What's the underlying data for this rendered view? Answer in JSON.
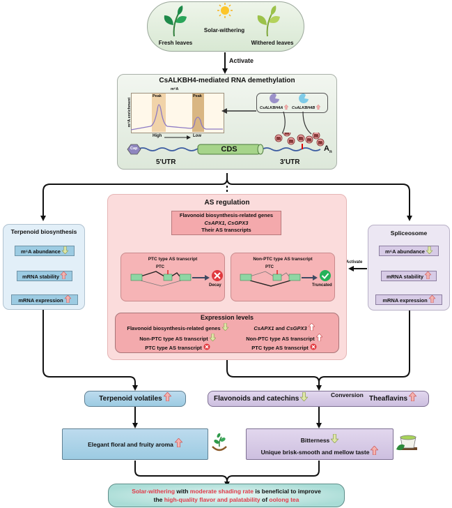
{
  "top": {
    "fresh_label": "Fresh leaves",
    "withered_label": "Withered leaves",
    "process_label": "Solar-withering",
    "sun_icon": "sun-icon",
    "activate_label": "Activate"
  },
  "demethylation": {
    "title": "CsALKBH4-mediated RNA demethylation",
    "chart_title": "m⁶A",
    "y_label": "m⁶A enrichment",
    "peak1": "Peak",
    "peak2": "Peak",
    "high": "High",
    "low": "Low",
    "enzyme_a": "CsALKBH4A",
    "enzyme_b": "CsALKBH4B",
    "cap": "Cap",
    "cds": "CDS",
    "utr5": "5'UTR",
    "utr3": "3'UTR",
    "poly_a": "A",
    "poly_a_sub": "n",
    "m_label": "m"
  },
  "terpenoid": {
    "title": "Terpenoid biosynthesis",
    "items": [
      {
        "label": "m⁶A abundance",
        "trend": "down"
      },
      {
        "label": "mRNA stability",
        "trend": "up"
      },
      {
        "label": "mRNA expression",
        "trend": "up"
      }
    ]
  },
  "spliceosome": {
    "title": "Spliceosome",
    "activate_label": "Activate",
    "items": [
      {
        "label": "m⁶A abundance",
        "trend": "down"
      },
      {
        "label": "mRNA stability",
        "trend": "up"
      },
      {
        "label": "mRNA expression",
        "trend": "up"
      }
    ]
  },
  "as_regulation": {
    "title": "AS regulation",
    "genes_line1": "Flavonoid biosynthesis-related genes",
    "genes_line2": "CsAPX1, CsGPX3",
    "genes_line3": "Their AS transcripts",
    "ptc_title": "PTC type AS transcript",
    "ptc_marker": "PTC",
    "ptc_outcome": "Decay",
    "nonptc_title": "Non-PTC type AS transcript",
    "nonptc_marker": "PTC",
    "nonptc_outcome": "Truncated",
    "expr_title": "Expression levels",
    "expr_left": [
      {
        "label": "Flavonoid biosynthesis-related genes",
        "trend": "down"
      },
      {
        "label": "Non-PTC type AS transcript",
        "trend": "down"
      },
      {
        "label": "PTC type AS transcript",
        "trend": "decay"
      }
    ],
    "expr_right": [
      {
        "label_a": "CsAPX1",
        "label_and": " and ",
        "label_b": "CsGPX3",
        "trend": "up"
      },
      {
        "label": "Non-PTC type AS transcript",
        "trend": "up-outline"
      },
      {
        "label": "PTC type AS transcript",
        "trend": "decay"
      }
    ]
  },
  "outputs": {
    "terpenoid_volatiles": "Terpenoid volatiles",
    "flavonoids": "Flavonoids and catechins",
    "conversion": "Conversion",
    "theaflavins": "Theaflavins",
    "aroma": "Elegant floral and fruity aroma",
    "bitterness": "Bitterness",
    "taste": "Unique brisk-smooth and mellow taste"
  },
  "conclusion": {
    "line1": [
      {
        "text": "Solar-withering",
        "highlight": true
      },
      {
        "text": " with ",
        "highlight": false
      },
      {
        "text": "moderate shading rate",
        "highlight": true
      },
      {
        "text": " is beneficial to improve",
        "highlight": false
      }
    ],
    "line2": [
      {
        "text": "the ",
        "highlight": false
      },
      {
        "text": "high-quality flavor and palatability",
        "highlight": true
      },
      {
        "text": " of ",
        "highlight": false
      },
      {
        "text": "oolong tea",
        "highlight": true
      }
    ]
  },
  "colors": {
    "up_arrow": "#f4b3b0",
    "down_arrow": "#dfe8a6",
    "highlight_text": "#e23b4a",
    "terpenoid_bg": "#e1eef7",
    "spliceosome_bg": "#ebe6f3",
    "as_bg": "#fbdcdc",
    "top_bg": "#e3eedf",
    "conclusion_bg": "#a9dcd6"
  }
}
